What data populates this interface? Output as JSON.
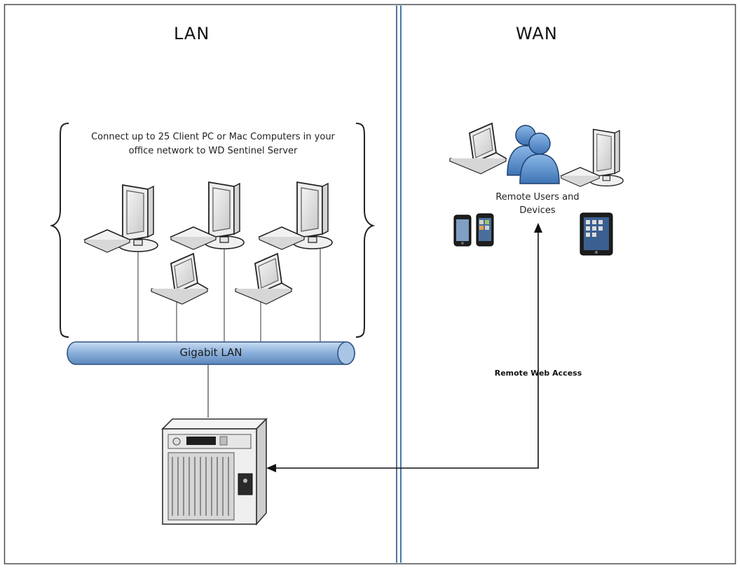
{
  "lan": {
    "title": "LAN",
    "note": "Connect up to 25 Client PC or Mac Computers in your office network to WD Sentinel Server",
    "bus_label": "Gigabit LAN"
  },
  "wan": {
    "title": "WAN",
    "remote_label": "Remote Users and Devices",
    "access_label": "Remote Web Access"
  },
  "icons": {
    "client": "desktop-computer-icon",
    "laptop": "laptop-icon",
    "users": "remote-users-icon",
    "phone": "smartphone-icon",
    "tablet": "tablet-icon",
    "server": "wd-sentinel-server-icon"
  },
  "colors": {
    "divider": "#4f74a8",
    "bus_fill": "#8fb3dd",
    "bus_stroke": "#2f5383",
    "users_fill": "#5e93cf",
    "line": "#555555",
    "frame": "#4a4a4a"
  }
}
